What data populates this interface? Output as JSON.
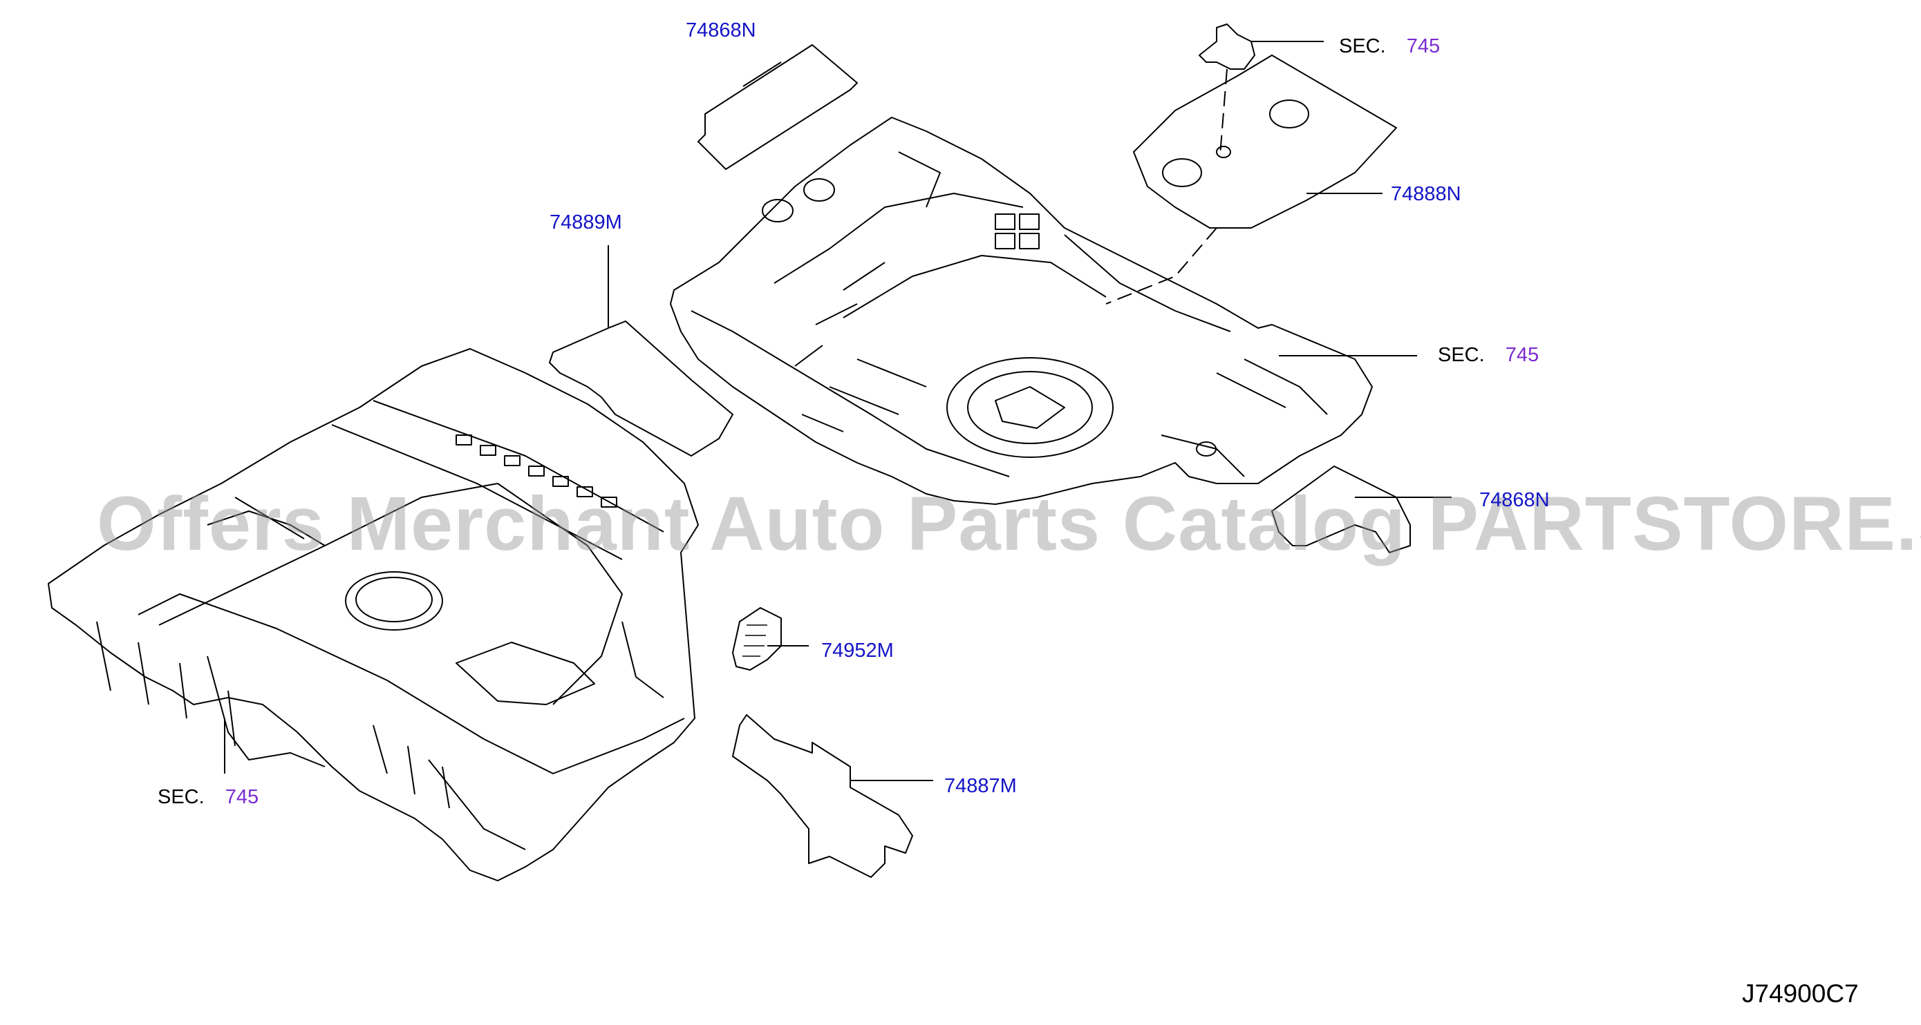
{
  "diagram": {
    "drawing_code": "J74900C7",
    "watermark": "Offers Merchant Auto Parts Catalog PARTSTORE.SA",
    "parts": [
      {
        "id": "74868N"
      },
      {
        "id": "74889M"
      },
      {
        "id": "74888N"
      },
      {
        "id": "74952M"
      },
      {
        "id": "74887M"
      },
      {
        "id": "74868N"
      }
    ],
    "section_refs": [
      {
        "prefix": "SEC.",
        "number": "745"
      },
      {
        "prefix": "SEC.",
        "number": "745"
      },
      {
        "prefix": "SEC.",
        "number": "745"
      }
    ],
    "colors": {
      "part_label": "#1414c8",
      "section_number": "#7a2bd0",
      "line": "#000000"
    }
  }
}
